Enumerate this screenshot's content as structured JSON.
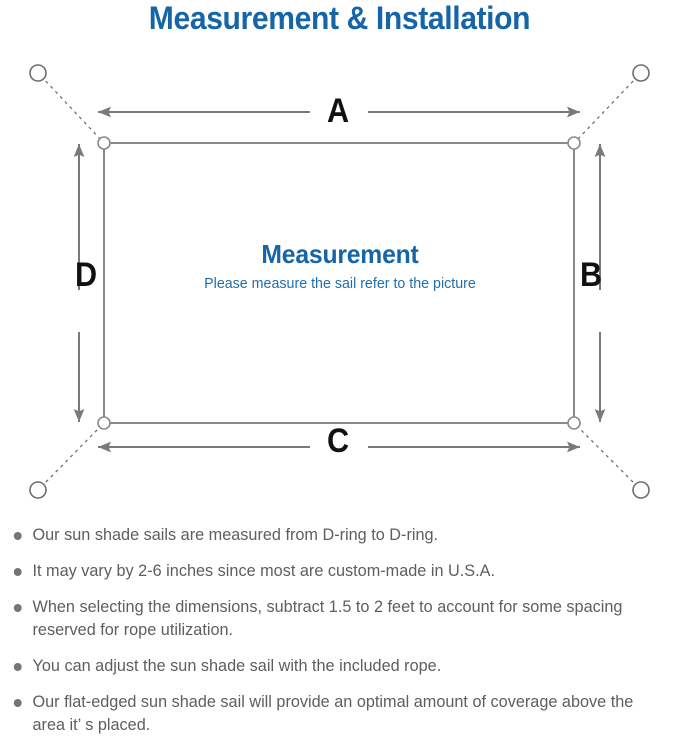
{
  "title": "Measurement & Installation",
  "colors": {
    "title_blue": "#1565a8",
    "body_blue": "#1f6fae",
    "line_gray": "#808080",
    "text_gray": "#5e5e5e",
    "label_black": "#111111"
  },
  "figure": {
    "center_heading": "Measurement",
    "center_subheading": "Please measure the sail refer to the picture",
    "dimension_labels": {
      "top": "A",
      "right": "B",
      "bottom": "C",
      "left": "D"
    },
    "icon_names": [
      "anchor-point-circle",
      "d-ring",
      "rope-dashed-line",
      "dimension-arrow"
    ]
  },
  "notes": [
    "Our sun shade sails are measured from D-ring to D-ring.",
    "It may vary by 2-6 inches since most are custom-made in U.S.A.",
    "When selecting the dimensions, subtract 1.5 to 2 feet to account for some spacing reserved for rope utilization.",
    "You can adjust the sun shade sail with the included rope.",
    "Our flat-edged sun shade sail will provide an optimal amount of coverage above the area it’  s placed."
  ]
}
